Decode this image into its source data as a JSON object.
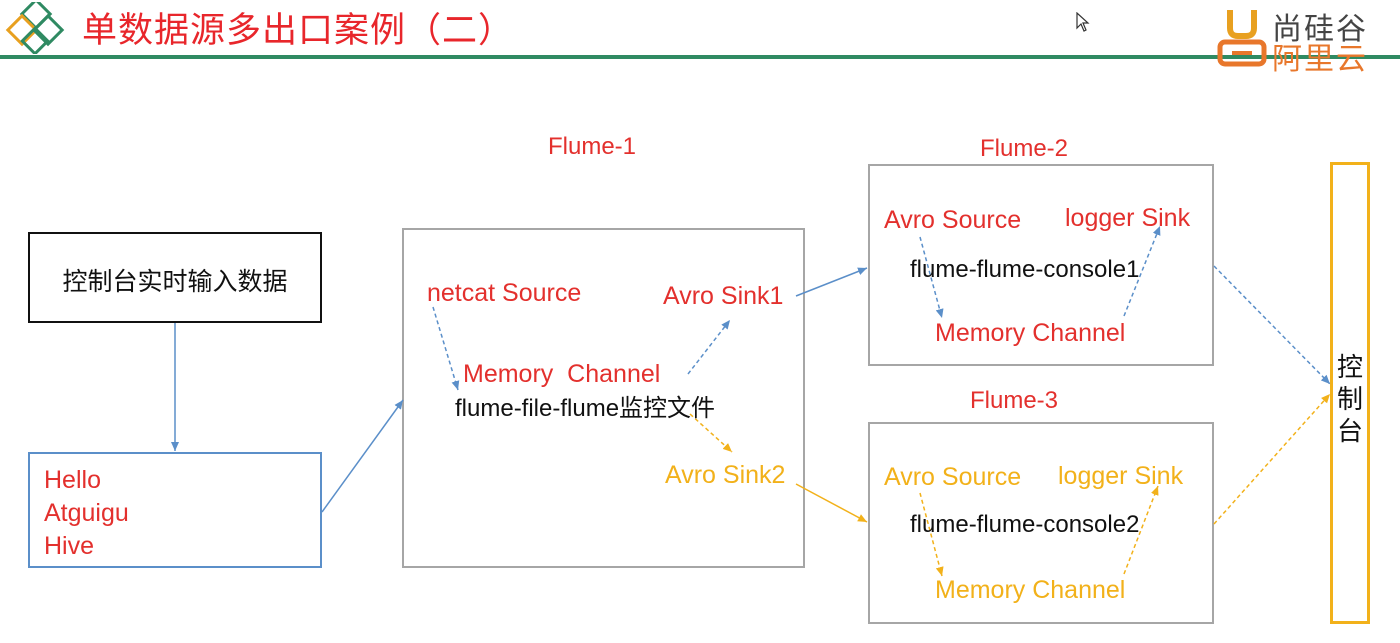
{
  "header": {
    "title": "单数据源多出口案例（二）",
    "logo_top": "尚硅谷",
    "logo_bottom": "阿里云"
  },
  "input_box": {
    "label": "控制台实时输入数据"
  },
  "data_box": {
    "lines": [
      "Hello",
      "Atguigu",
      "Hive"
    ]
  },
  "flume1": {
    "title": "Flume-1",
    "source": "netcat Source",
    "channel": "Memory  Channel",
    "agent": "flume-file-flume监控文件",
    "sink1": "Avro Sink1",
    "sink2": "Avro Sink2"
  },
  "flume2": {
    "title": "Flume-2",
    "source": "Avro Source",
    "sink": "logger Sink",
    "agent": "flume-flume-console1",
    "channel": "Memory Channel"
  },
  "flume3": {
    "title": "Flume-3",
    "source": "Avro Source",
    "sink": "logger Sink",
    "agent": "flume-flume-console2",
    "channel": "Memory Channel"
  },
  "console": {
    "chars": [
      "控",
      "制",
      "台"
    ]
  },
  "colors": {
    "title_red": "#e8262b",
    "text_red": "#e3302d",
    "text_yellow": "#f2b11a",
    "arrow_blue": "#5b8fc9",
    "arrow_yellow": "#f2b11a",
    "rule_green": "#2f8a62",
    "logo_orange": "#e8772b"
  }
}
